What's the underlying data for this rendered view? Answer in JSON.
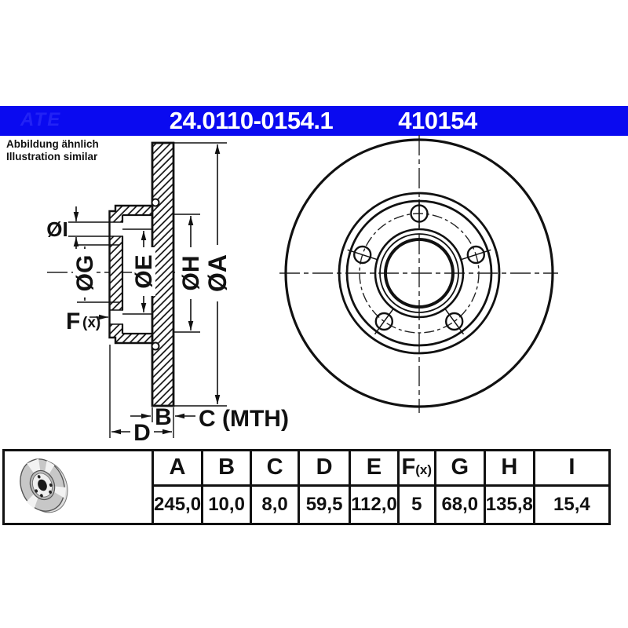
{
  "header": {
    "part_number": "24.0110-0154.1",
    "reference_number": "410154",
    "watermark": "ATE",
    "bar_color": "#0a0af0"
  },
  "note": {
    "line1": "Abbildung ähnlich",
    "line2": "Illustration similar"
  },
  "drawing": {
    "labels": {
      "dia_i": "ØI",
      "dia_g": "ØG",
      "dia_e": "ØE",
      "dia_h": "ØH",
      "dia_a": "ØA",
      "f_main": "F",
      "f_sub": "(x)",
      "b": "B",
      "c": "C (MTH)",
      "d": "D"
    }
  },
  "table": {
    "columns": [
      {
        "label": "A",
        "value": "245,0"
      },
      {
        "label": "B",
        "value": "10,0"
      },
      {
        "label": "C",
        "value": "8,0"
      },
      {
        "label": "D",
        "value": "59,5"
      },
      {
        "label": "E",
        "value": "112,0"
      },
      {
        "label": "F",
        "label_sub": "(x)",
        "value": "5"
      },
      {
        "label": "G",
        "value": "68,0"
      },
      {
        "label": "H",
        "value": "135,8"
      },
      {
        "label": "I",
        "value": "15,4"
      }
    ]
  }
}
